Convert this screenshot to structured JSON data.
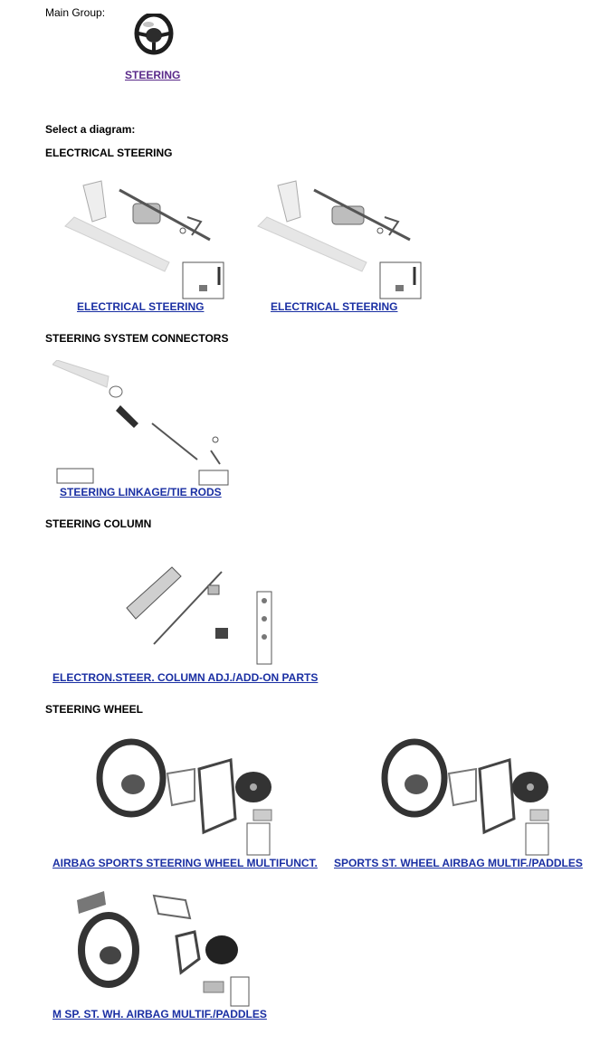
{
  "main_group": {
    "label": "Main Group:",
    "group_link": "STEERING"
  },
  "select_label": "Select a diagram:",
  "sections": [
    {
      "title": "ELECTRICAL STEERING",
      "diagrams": [
        "ELECTRICAL STEERING",
        "ELECTRICAL STEERING"
      ]
    },
    {
      "title": "STEERING SYSTEM CONNECTORS",
      "diagrams": [
        "STEERING LINKAGE/TIE RODS"
      ]
    },
    {
      "title": "STEERING COLUMN",
      "diagrams": [
        "ELECTRON.STEER. COLUMN ADJ./ADD-ON PARTS"
      ]
    },
    {
      "title": "STEERING WHEEL",
      "diagrams": [
        "AIRBAG SPORTS STEERING WHEEL MULTIFUNCT.",
        "SPORTS ST. WHEEL AIRBAG MULTIF./PADDLES",
        "M SP. ST. WH. AIRBAG MULTIF./PADDLES"
      ]
    }
  ],
  "colors": {
    "link": "#1a2fa3",
    "visited_link": "#5a2a8a",
    "diagram_line": "#555555",
    "diagram_faded": "#d9d9d9"
  }
}
